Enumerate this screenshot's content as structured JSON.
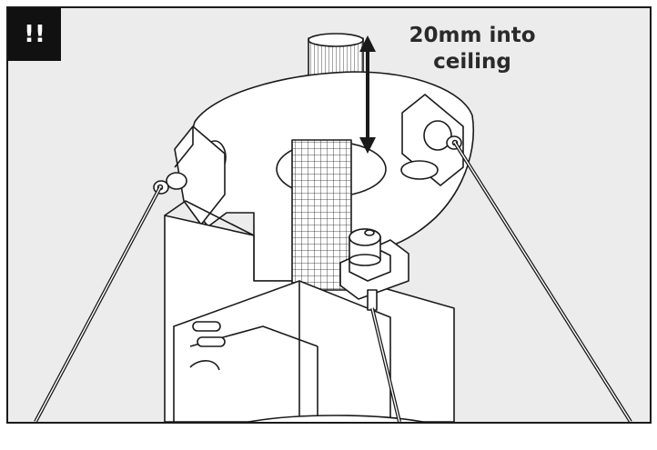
{
  "badge": {
    "label": "!!"
  },
  "callout": {
    "line1": "20mm into",
    "line2": "ceiling"
  },
  "colors": {
    "background": "#ececec",
    "stroke": "#1a1a1a",
    "fill": "#ffffff",
    "badge": "#111111"
  },
  "icons": {
    "arrow": "double-headed-arrow"
  }
}
